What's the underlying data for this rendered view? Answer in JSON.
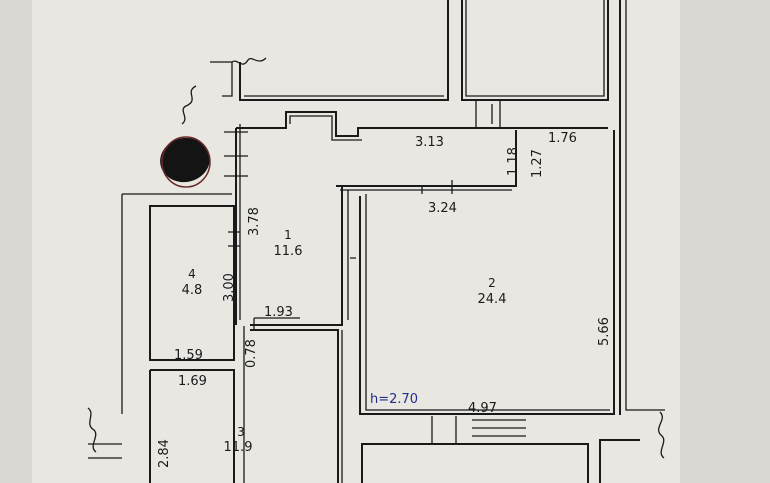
{
  "colors": {
    "paper": "#e8e7e1",
    "background": "#d9d8d2",
    "line": "#1a1a1a",
    "height_label": "#1f2f8a",
    "stamp": "#141414"
  },
  "rooms": [
    {
      "number": "1",
      "area": "11.6"
    },
    {
      "number": "2",
      "area": "24.4"
    },
    {
      "number": "3",
      "area": "11.9"
    },
    {
      "number": "4",
      "area": "4.8"
    }
  ],
  "dimensions": {
    "d313": "3.13",
    "d176": "1.76",
    "d118": "1.18",
    "d127": "1.27",
    "d324": "3.24",
    "d378": "3.78",
    "d300": "3.00",
    "d193": "1.93",
    "d078": "0.78",
    "d159": "1.59",
    "d169": "1.69",
    "d566": "5.66",
    "d497": "4.97",
    "d284": "2.84"
  },
  "ceiling_height": "h=2.70"
}
